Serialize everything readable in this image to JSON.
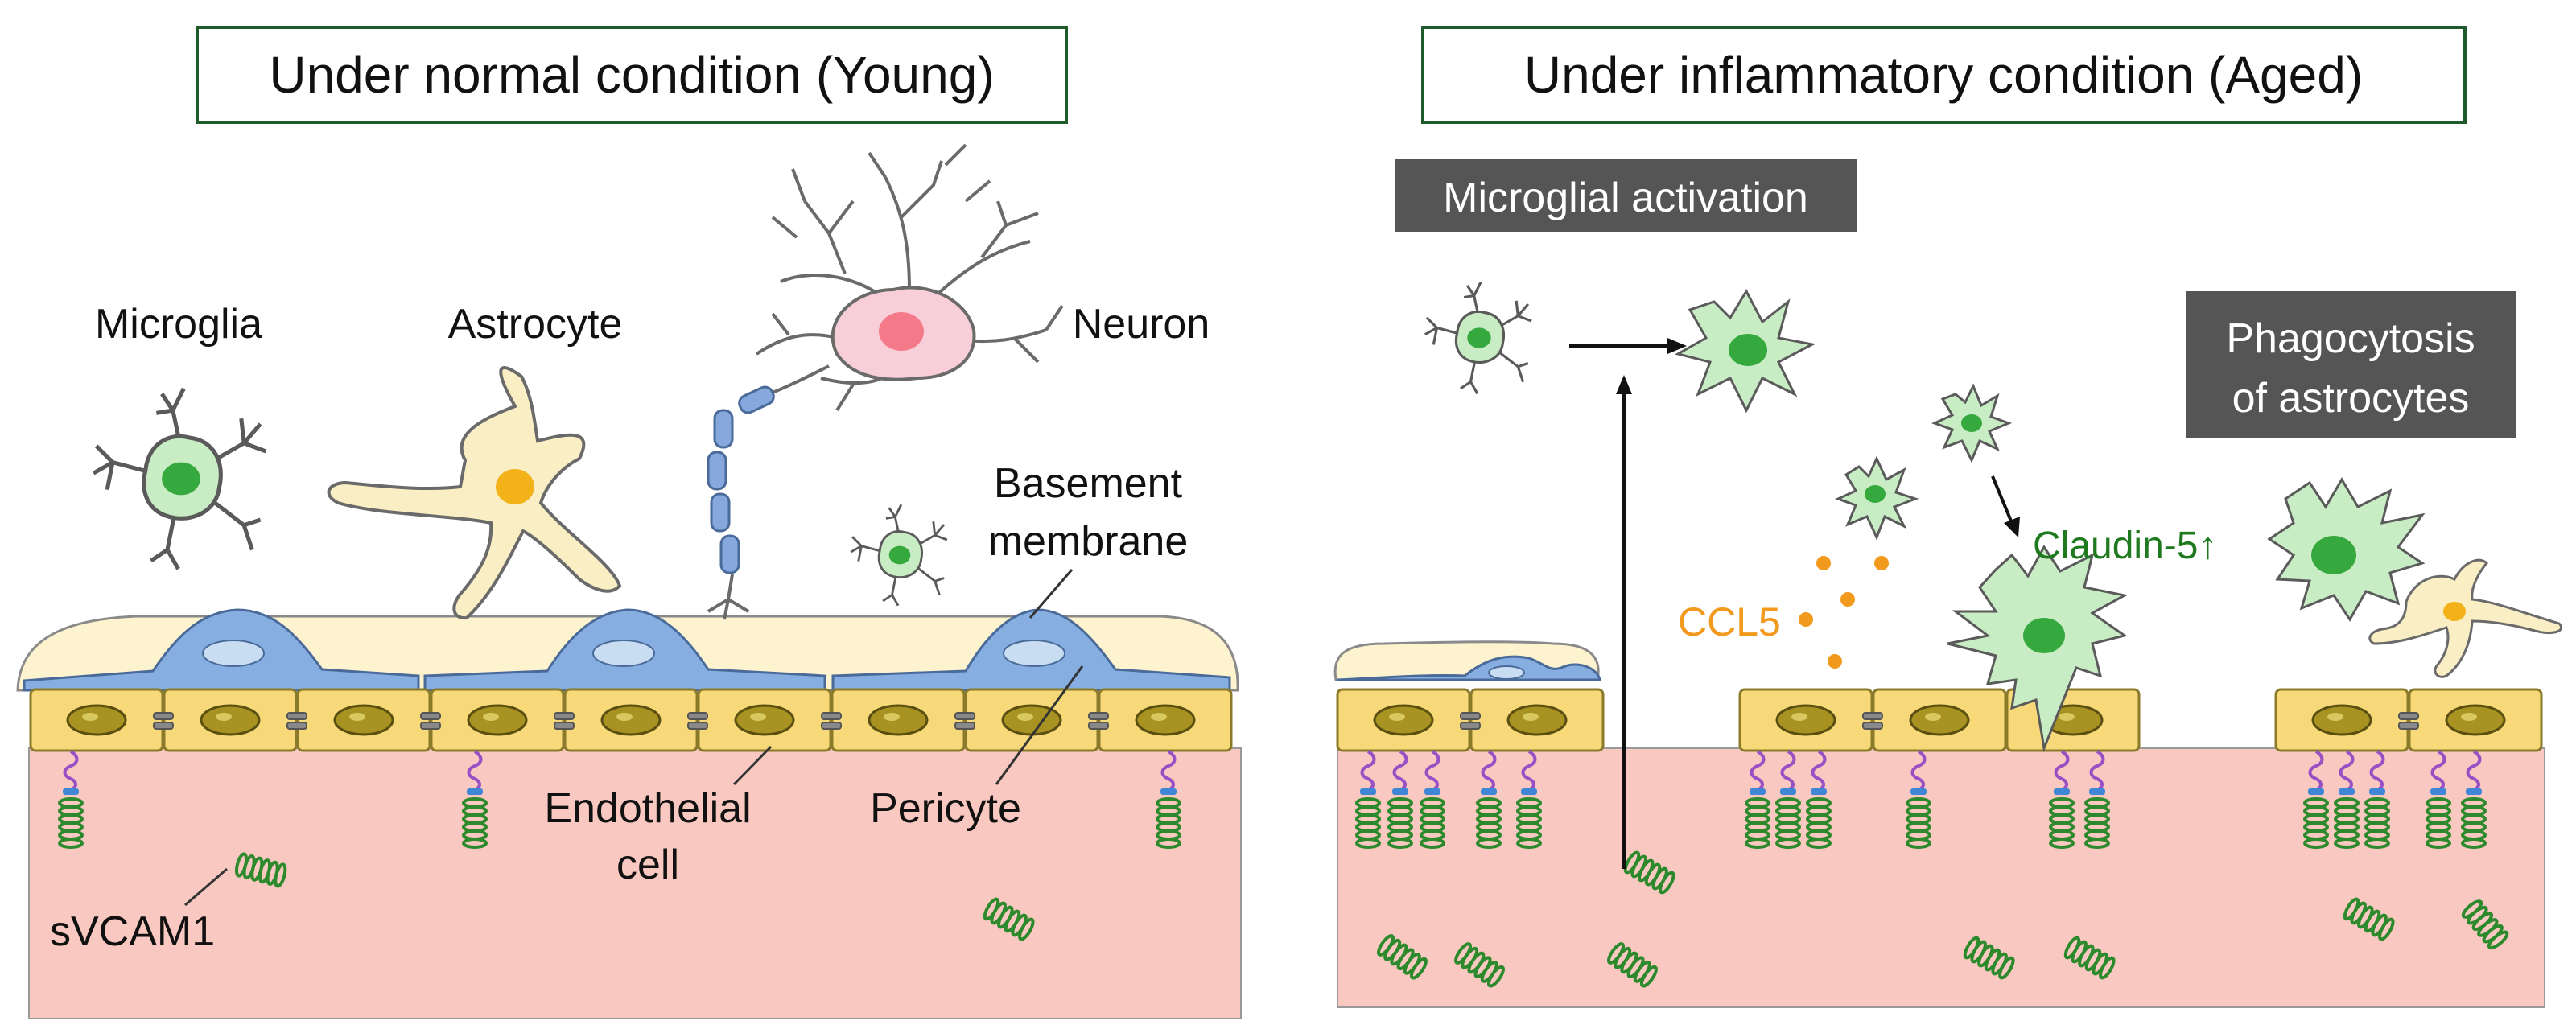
{
  "left_panel": {
    "title": "Under normal condition (Young)",
    "labels": {
      "microglia": "Microglia",
      "astrocyte": "Astrocyte",
      "neuron": "Neuron",
      "basement_line1": "Basement",
      "basement_line2": "membrane",
      "endothelial_line1": "Endothelial",
      "endothelial_line2": "cell",
      "pericyte": "Pericyte",
      "svcam1": "sVCAM1"
    }
  },
  "right_panel": {
    "title": "Under inflammatory condition (Aged)",
    "labels": {
      "microglial_activation": "Microglial activation",
      "phagocytosis_line1": "Phagocytosis",
      "phagocytosis_line2": "of astrocytes",
      "claudin5": "Claudin-5↑",
      "ccl5": "CCL5"
    }
  },
  "colors": {
    "title_border": "#1f5a2a",
    "tissue": "#f9c9c1",
    "endothelium": "#f7d979",
    "nucleus": "#a89222",
    "basement": "#fdf4cf",
    "pericyte": "#86aee0",
    "microglia": "#c8ecc4",
    "microglia_nucleus": "#35a83e",
    "astrocyte": "#faeec4",
    "astrocyte_nucleus": "#f4b21a",
    "neuron": "#f8cfd9",
    "myelin": "#86a8dc",
    "dark_box": "#555555",
    "claudin_text": "#1f7a1f",
    "ccl5": "#f29a1e",
    "spring": "#2c8a2c",
    "receptor": "#9b4fc4"
  }
}
